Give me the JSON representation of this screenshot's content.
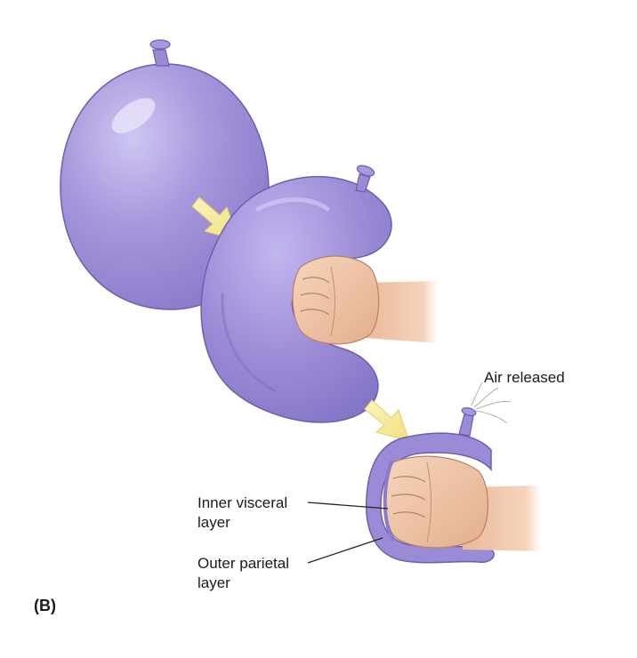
{
  "labels": {
    "air_released": "Air released",
    "inner_visceral_line1": "Inner visceral",
    "inner_visceral_line2": "layer",
    "outer_parietal_line1": "Outer parietal",
    "outer_parietal_line2": "layer",
    "panel": "(B)"
  },
  "colors": {
    "balloon_fill": "#9f8fd6",
    "balloon_highlight": "#c9bff0",
    "balloon_shadow": "#7c6cc0",
    "balloon_outline": "#6a5aa8",
    "arrow_fill": "#f3e58a",
    "skin": "#f0c7a8",
    "skin_shadow": "#cf9a78",
    "leader_line": "#222222"
  },
  "icons": {
    "inflated_balloon": "balloon-icon",
    "compressed_balloon": "compressed-balloon-icon",
    "fist": "fist-icon",
    "arrow": "arrow-icon",
    "released_air": "air-lines-icon"
  }
}
